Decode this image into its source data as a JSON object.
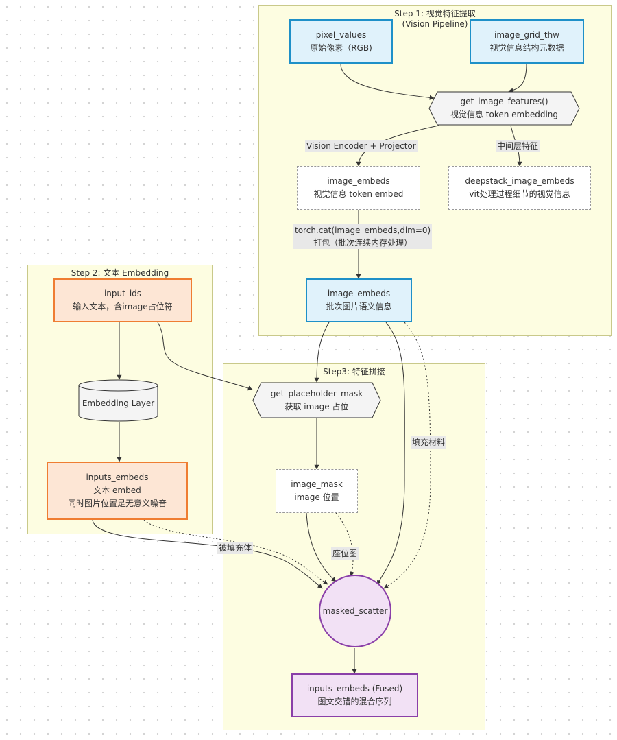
{
  "clusters": {
    "step1": "Step 1: 视觉特征提取\n(Vision Pipeline)",
    "step2": "Step 2: 文本 Embedding",
    "step3": "Step3: 特征拼接"
  },
  "nodes": {
    "pixel_values": [
      "pixel_values",
      "原始像素（RGB)"
    ],
    "image_grid_thw": [
      "image_grid_thw",
      "视觉信息结构元数据"
    ],
    "get_image_features": [
      "get_image_features()",
      "视觉信息 token embedding"
    ],
    "image_embeds_raw": [
      "image_embeds",
      "视觉信息 token embed"
    ],
    "deepstack": [
      "deepstack_image_embeds",
      "vit处理过程细节的视觉信息"
    ],
    "image_embeds_batch": [
      "image_embeds",
      "批次图片语义信息"
    ],
    "input_ids": [
      "input_ids",
      "输入文本，含image占位符"
    ],
    "embedding_layer": [
      "Embedding Layer"
    ],
    "inputs_embeds": [
      "inputs_embeds",
      "文本 embed",
      "同时图片位置是无意义噪音"
    ],
    "get_placeholder_mask": [
      "get_placeholder_mask",
      "获取 image 占位"
    ],
    "image_mask": [
      "image_mask",
      "image 位置"
    ],
    "masked_scatter": [
      "masked_scatter"
    ],
    "inputs_embeds_fused": [
      "inputs_embeds (Fused)",
      "图文交错的混合序列"
    ]
  },
  "edge_labels": {
    "vision_encoder": "Vision Encoder + Projector",
    "middle_layer": "中间层特征",
    "torch_cat": [
      "torch.cat(image_embeds,dim=0)",
      "打包（批次连续内存处理）"
    ],
    "fill_material": "填充材料",
    "filled_body": "被填充体",
    "seat_map": "座位图"
  }
}
